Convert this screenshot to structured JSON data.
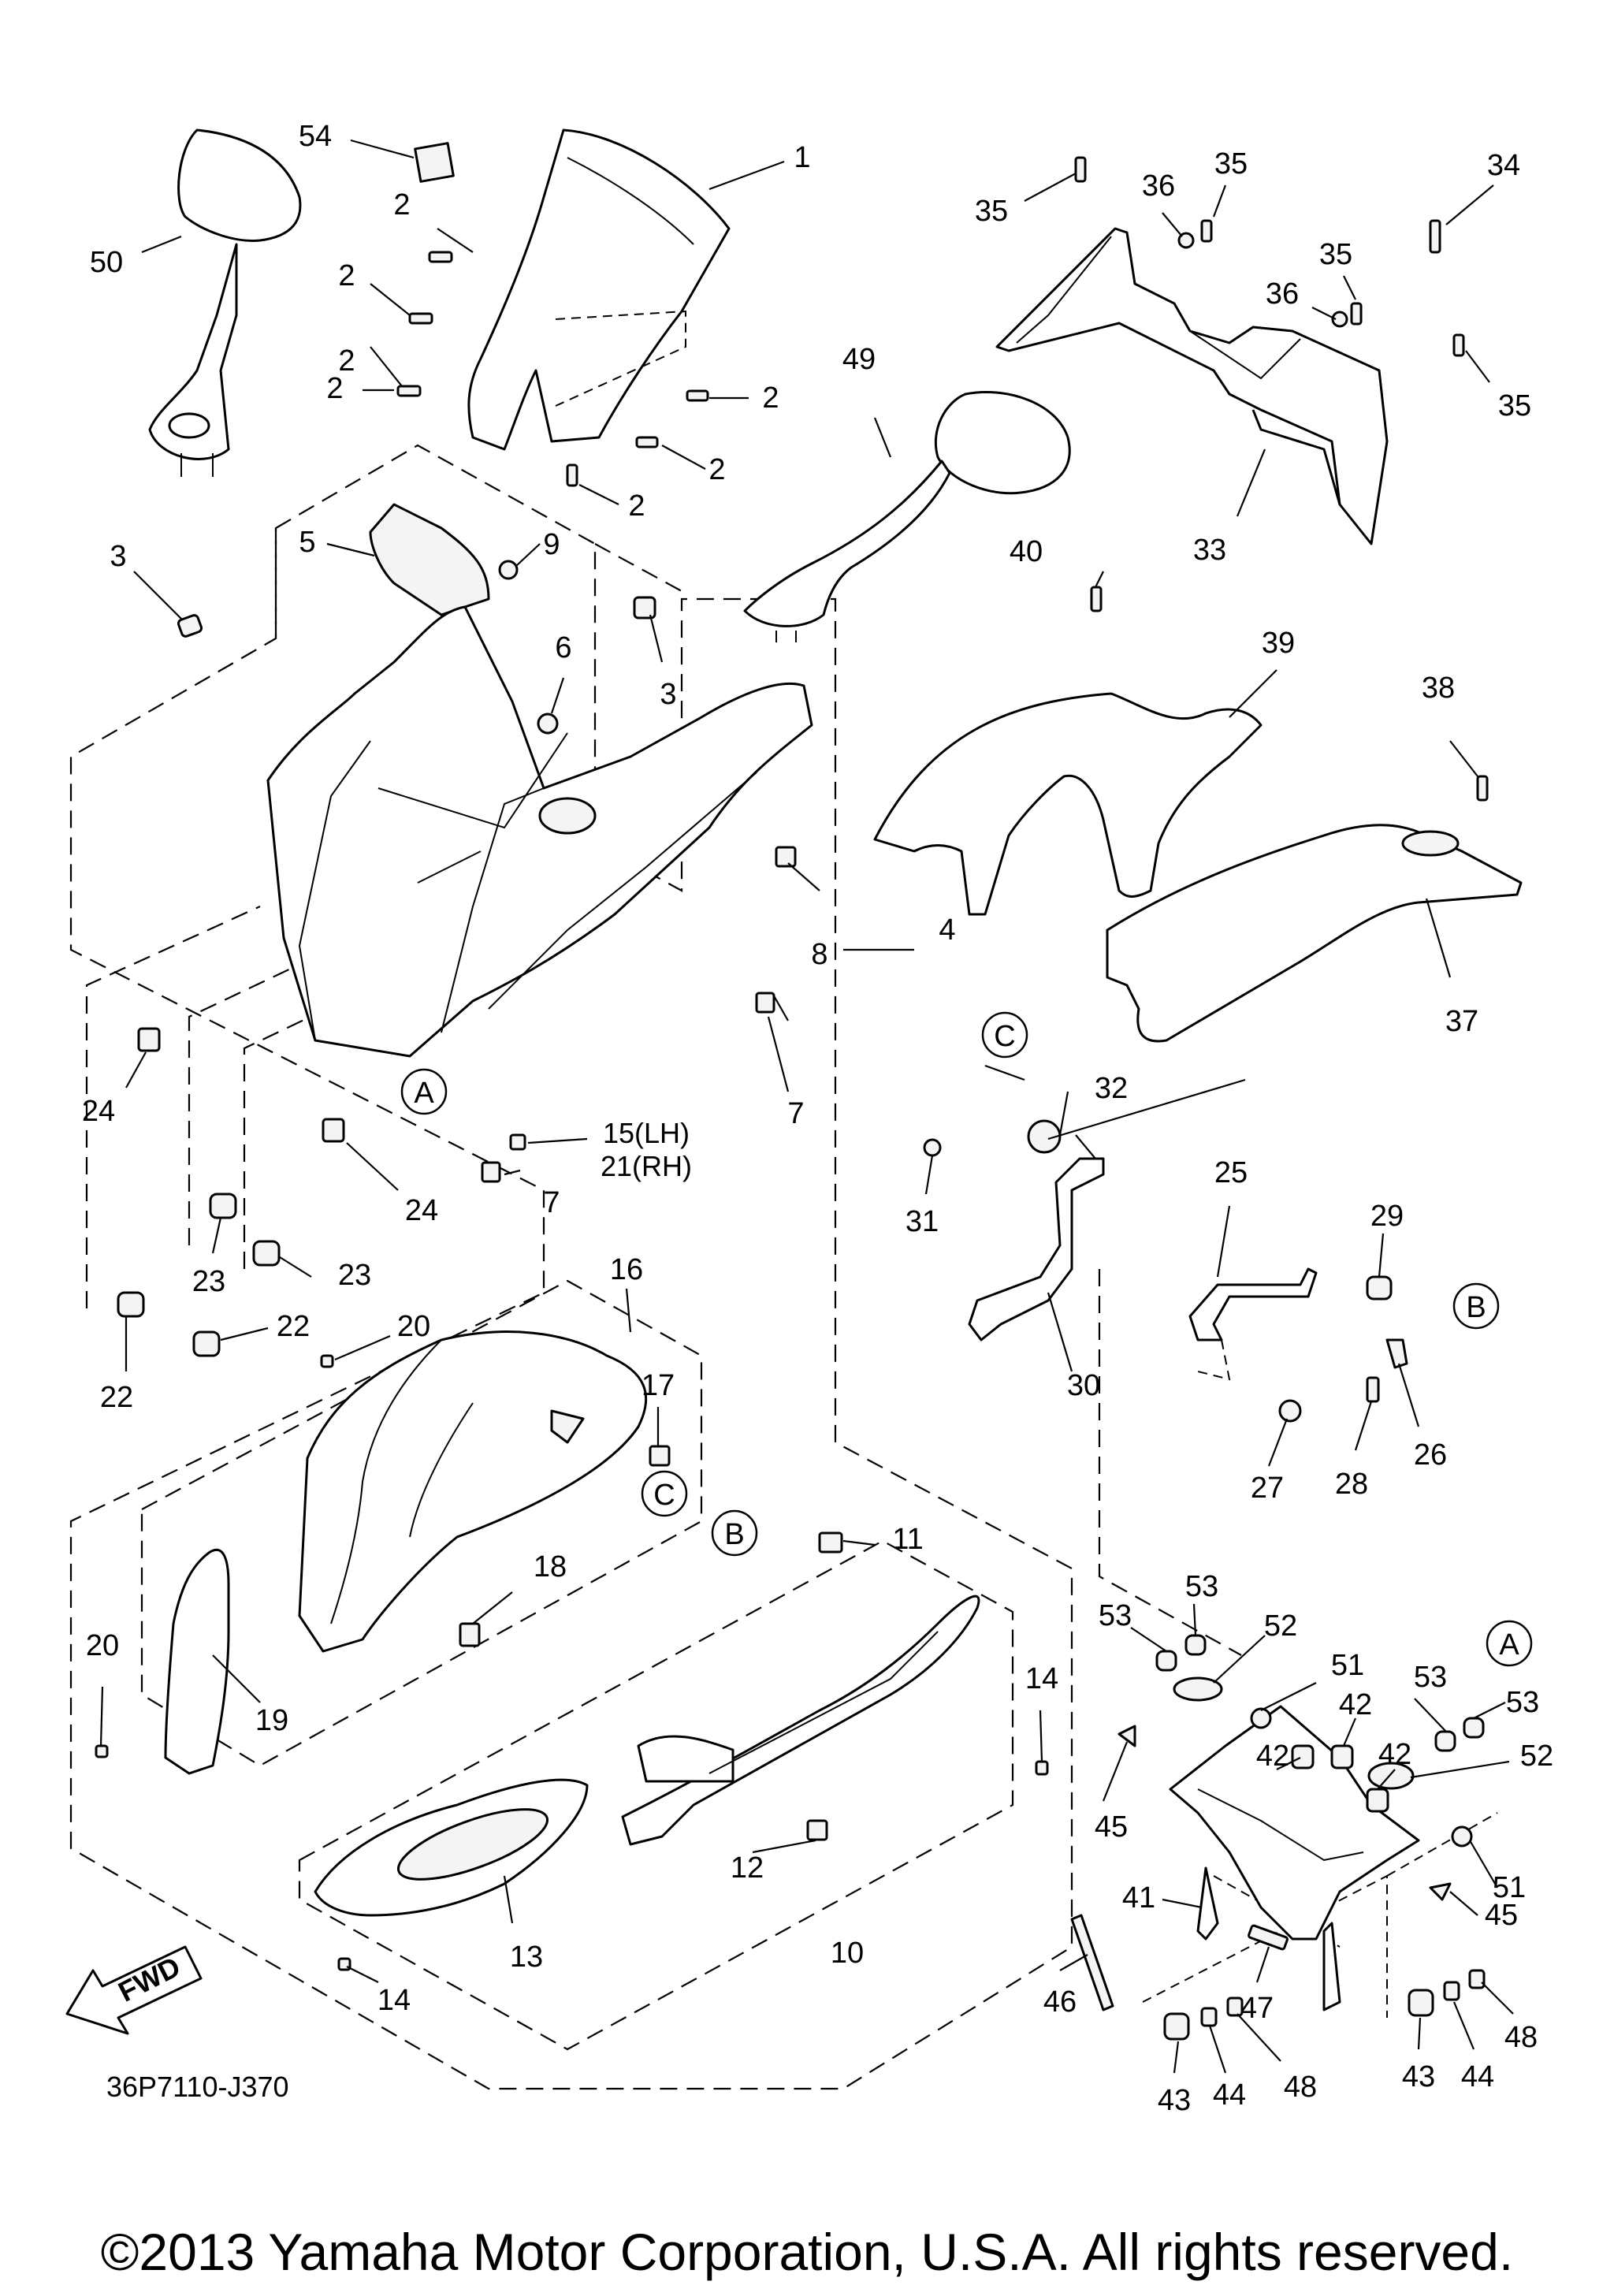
{
  "diagram": {
    "part_code": "36P7110-J370",
    "fwd_label": "FWD",
    "copyright": "©2013 Yamaha Motor Corporation, U.S.A. All rights reserved.",
    "callouts": [
      "54",
      "1",
      "2",
      "2",
      "2",
      "2",
      "2",
      "2",
      "2",
      "50",
      "3",
      "5",
      "9",
      "3",
      "6",
      "49",
      "35",
      "36",
      "35",
      "34",
      "35",
      "36",
      "35",
      "33",
      "40",
      "39",
      "38",
      "37",
      "8",
      "4",
      "7",
      "24",
      "7",
      "15(LH)",
      "21(RH)",
      "24",
      "23",
      "23",
      "22",
      "22",
      "16",
      "20",
      "17",
      "32",
      "31",
      "30",
      "25",
      "29",
      "26",
      "27",
      "28",
      "11",
      "18",
      "19",
      "20",
      "14",
      "12",
      "13",
      "14",
      "10",
      "53",
      "53",
      "52",
      "51",
      "42",
      "53",
      "53",
      "42",
      "42",
      "52",
      "45",
      "51",
      "41",
      "45",
      "46",
      "47",
      "48",
      "43",
      "44",
      "43",
      "44",
      "48"
    ],
    "reference_letters": [
      "A",
      "C",
      "B",
      "C",
      "B",
      "A"
    ]
  }
}
